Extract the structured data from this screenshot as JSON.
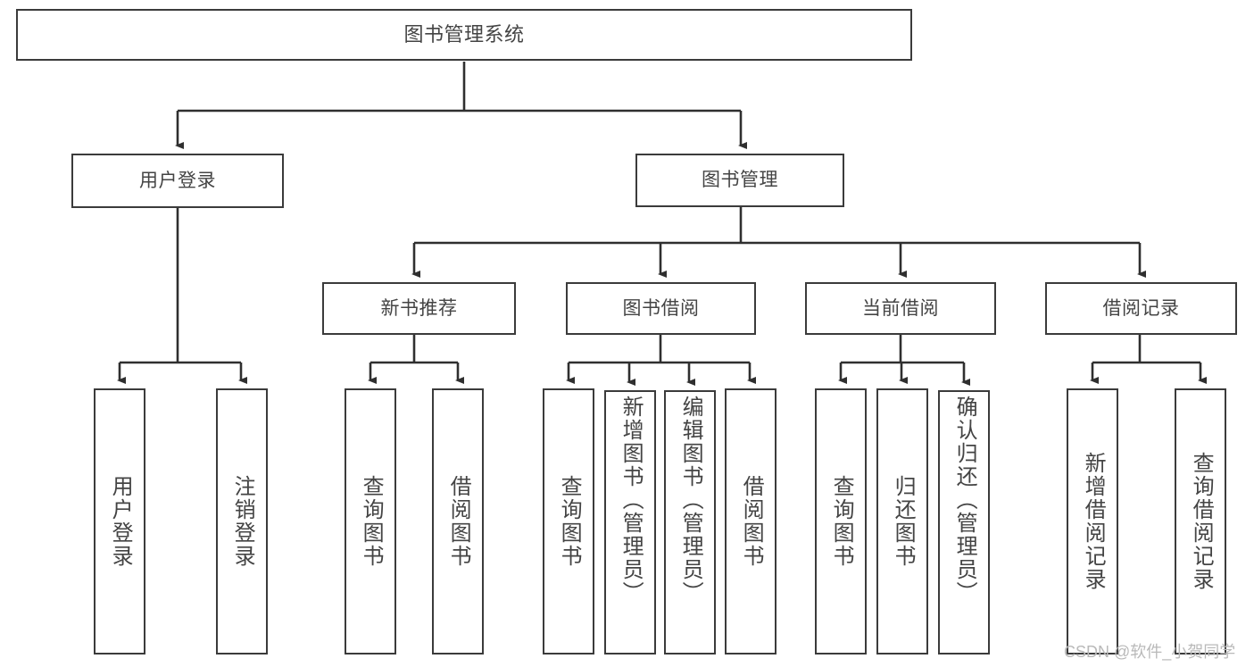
{
  "diagram": {
    "type": "tree",
    "title_node": {
      "label": "图书管理系统"
    },
    "level2": [
      {
        "label": "用户登录"
      },
      {
        "label": "图书管理"
      }
    ],
    "level3": [
      {
        "label": "新书推荐"
      },
      {
        "label": "图书借阅"
      },
      {
        "label": "当前借阅"
      },
      {
        "label": "借阅记录"
      }
    ],
    "leaves": {
      "user_login": [
        {
          "label": "用户登录"
        },
        {
          "label": "注销登录"
        }
      ],
      "new_book_recommend": [
        {
          "label": "查询图书"
        },
        {
          "label": "借阅图书"
        }
      ],
      "book_borrow": [
        {
          "label": "查询图书"
        },
        {
          "label": "新增图书（管理员）"
        },
        {
          "label": "编辑图书（管理员）"
        },
        {
          "label": "借阅图书"
        }
      ],
      "current_borrow": [
        {
          "label": "查询图书"
        },
        {
          "label": "归还图书"
        },
        {
          "label": "确认归还（管理员）"
        }
      ],
      "borrow_record": [
        {
          "label": "新增借阅记录"
        },
        {
          "label": "查询借阅记录"
        }
      ]
    }
  },
  "watermark": {
    "text": "CSDN @软件_小贺同学"
  },
  "colors": {
    "stroke": "#3b3b3b",
    "text": "#444444",
    "background": "#ffffff",
    "watermark": "#b9b9b9"
  }
}
